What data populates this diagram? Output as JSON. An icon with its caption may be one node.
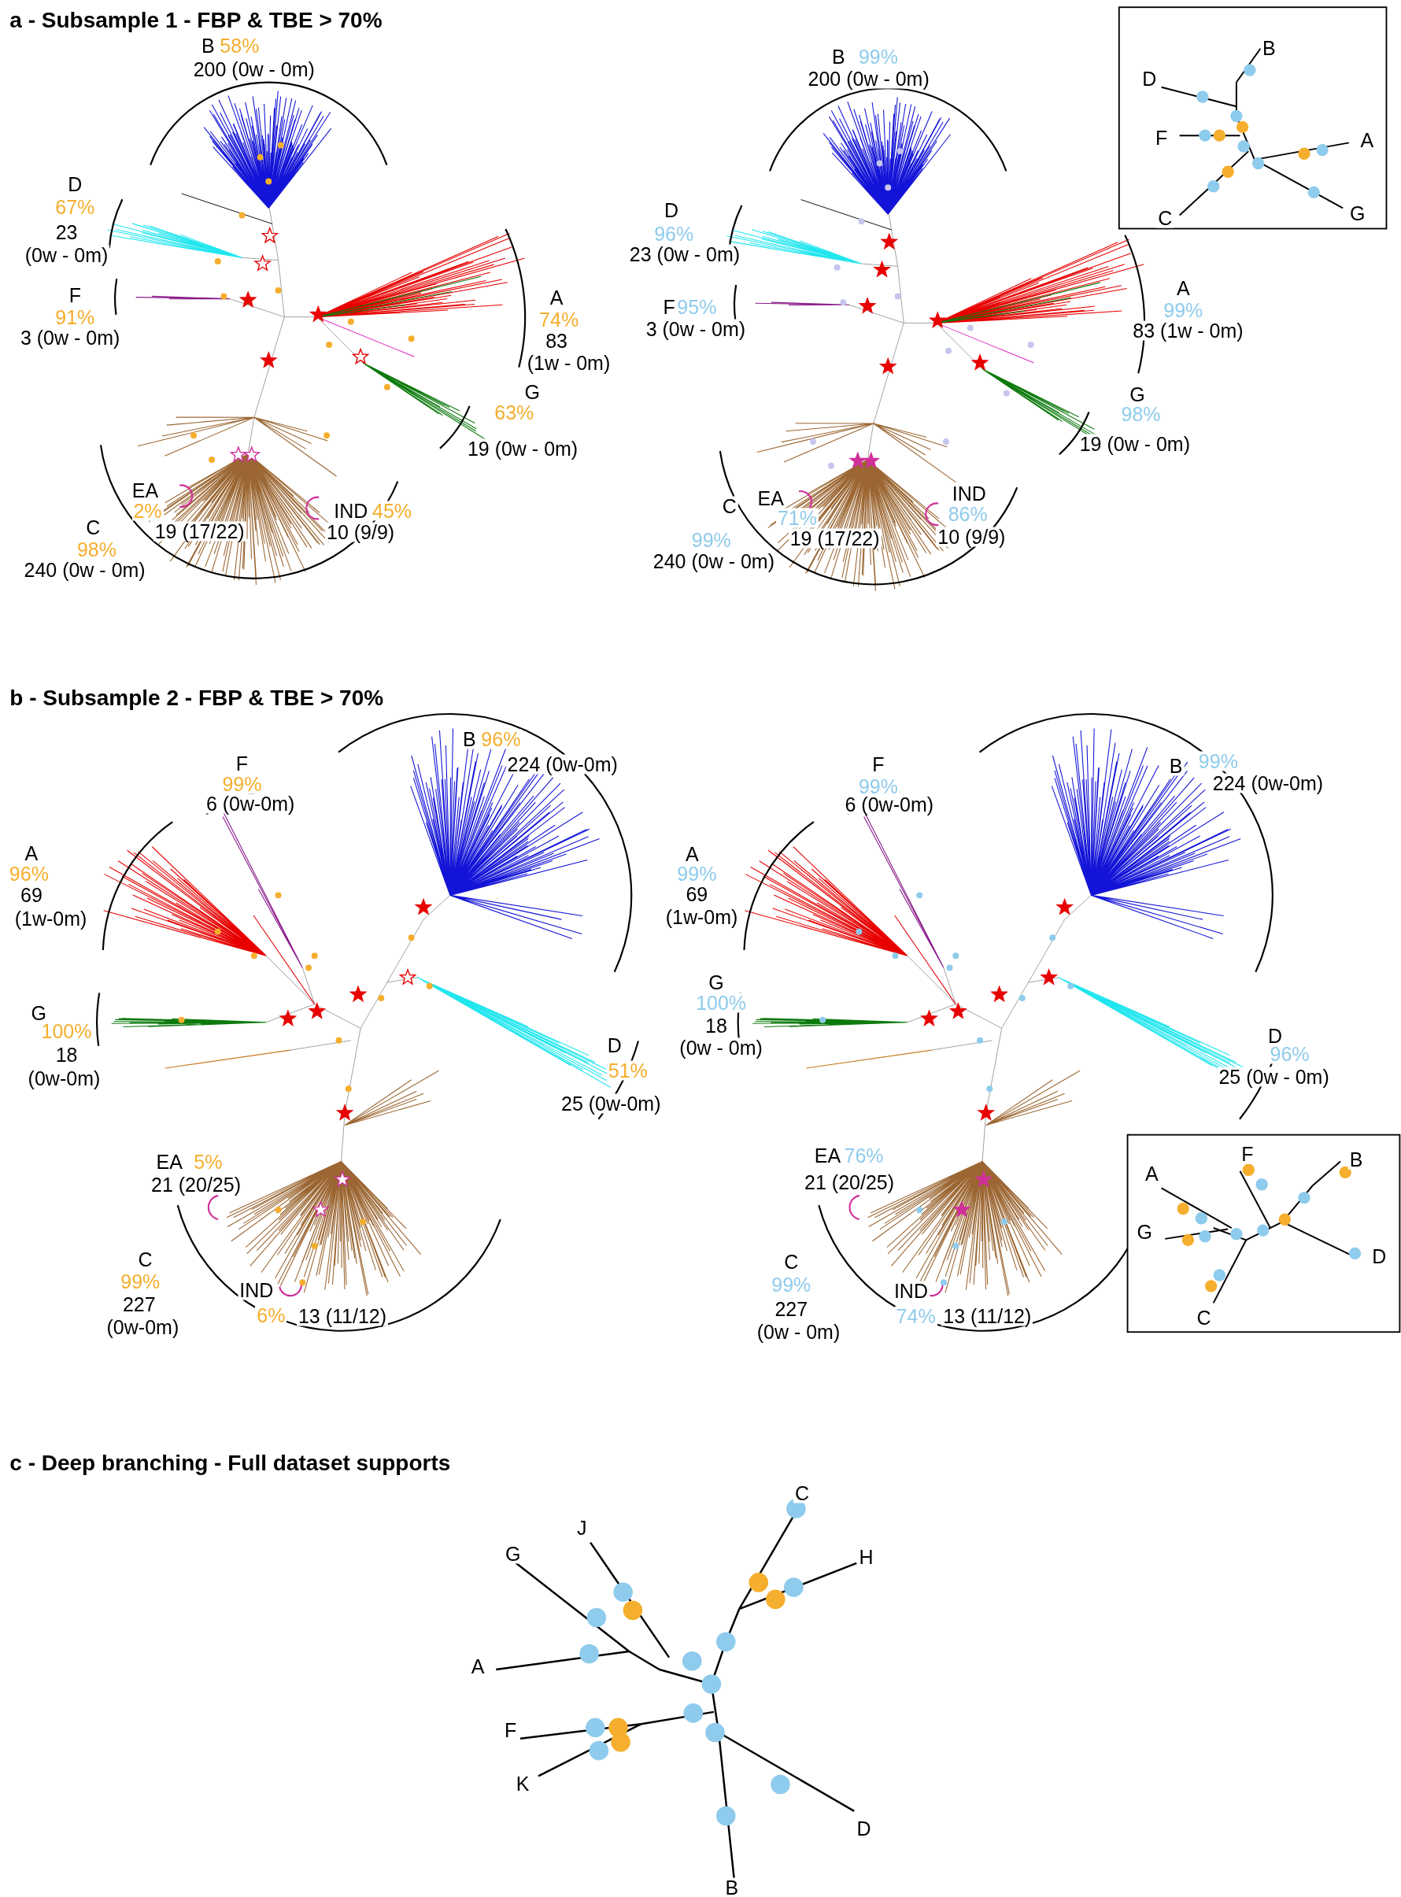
{
  "diagram": {
    "labels": [
      "a - Subsample 1 - FBP & TBE > 70%",
      "B",
      "58%",
      "200 (0w - 0m)",
      "D",
      "67%",
      "23",
      "(0w - 0m)",
      "F",
      "91%",
      "3 (0w - 0m)",
      "A",
      "74%",
      "83",
      "(1w - 0m)",
      "G",
      "63%",
      "19 (0w - 0m)",
      "EA",
      "2%",
      "IND",
      "45%",
      "C",
      "19 (17/22)",
      "10 (9/9)",
      "98%",
      "240 (0w - 0m)",
      "B",
      "99%",
      "200 (0w - 0m)",
      "D",
      "96%",
      "23 (0w - 0m)",
      "F",
      "95%",
      "3 (0w - 0m)",
      "A",
      "99%",
      "83 (1w - 0m)",
      "G",
      "98%",
      "19 (0w - 0m)",
      "C",
      "EA",
      "IND",
      "71%",
      "86%",
      "99%",
      "19 (17/22)",
      "10 (9/9)",
      "240 (0w - 0m)",
      "B",
      "D",
      "F",
      "A",
      "C",
      "G",
      "b - Subsample 2 - FBP & TBE > 70%",
      "F",
      "99%",
      "6 (0w-0m)",
      "B",
      "96%",
      "224 (0w-0m)",
      "A",
      "96%",
      "69",
      "(1w-0m)",
      "G",
      "100%",
      "18",
      "(0w-0m)",
      "D",
      "51%",
      "25 (0w-0m)",
      "EA",
      "5%",
      "21 (20/25)",
      "C",
      "99%",
      "IND",
      "227",
      "6%",
      "13 (11/12)",
      "(0w-0m)",
      "F",
      "99%",
      "6 (0w-0m)",
      "B",
      "99%",
      "224 (0w-0m)",
      "A",
      "99%",
      "69",
      "(1w-0m)",
      "G",
      "100%",
      "18",
      "(0w - 0m)",
      "D",
      "96%",
      "25 (0w - 0m)",
      "EA",
      "76%",
      "21 (20/25)",
      "C",
      "99%",
      "IND",
      "227",
      "74%",
      "13 (11/12)",
      "(0w - 0m)",
      "A",
      "F",
      "B",
      "G",
      "D",
      "C",
      "c - Deep branching - Full dataset supports",
      "C",
      "J",
      "G",
      "H",
      "A",
      "F",
      "K",
      "D",
      "B"
    ]
  }
}
